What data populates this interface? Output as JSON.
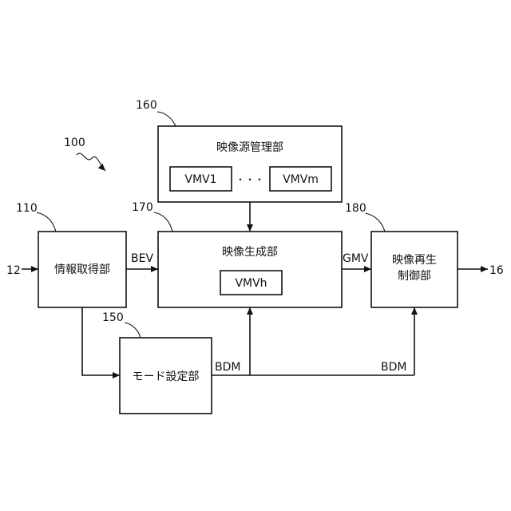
{
  "figure": {
    "ref_100": "100",
    "ref_110": "110",
    "ref_150": "150",
    "ref_160": "160",
    "ref_170": "170",
    "ref_180": "180",
    "input_ref": "12",
    "output_ref": "16"
  },
  "blocks": {
    "info_acquisition": "情報取得部",
    "mode_setting": "モード設定部",
    "source_management": "映像源管理部",
    "video_generation": "映像生成部",
    "playback_control_line1": "映像再生",
    "playback_control_line2": "制御部"
  },
  "inner": {
    "vmv1": "VMV1",
    "ellipsis": "・・・",
    "vmvm": "VMVm",
    "vmvh": "VMVh"
  },
  "signals": {
    "bev": "BEV",
    "gmv": "GMV",
    "bdm_left": "BDM",
    "bdm_right": "BDM"
  }
}
